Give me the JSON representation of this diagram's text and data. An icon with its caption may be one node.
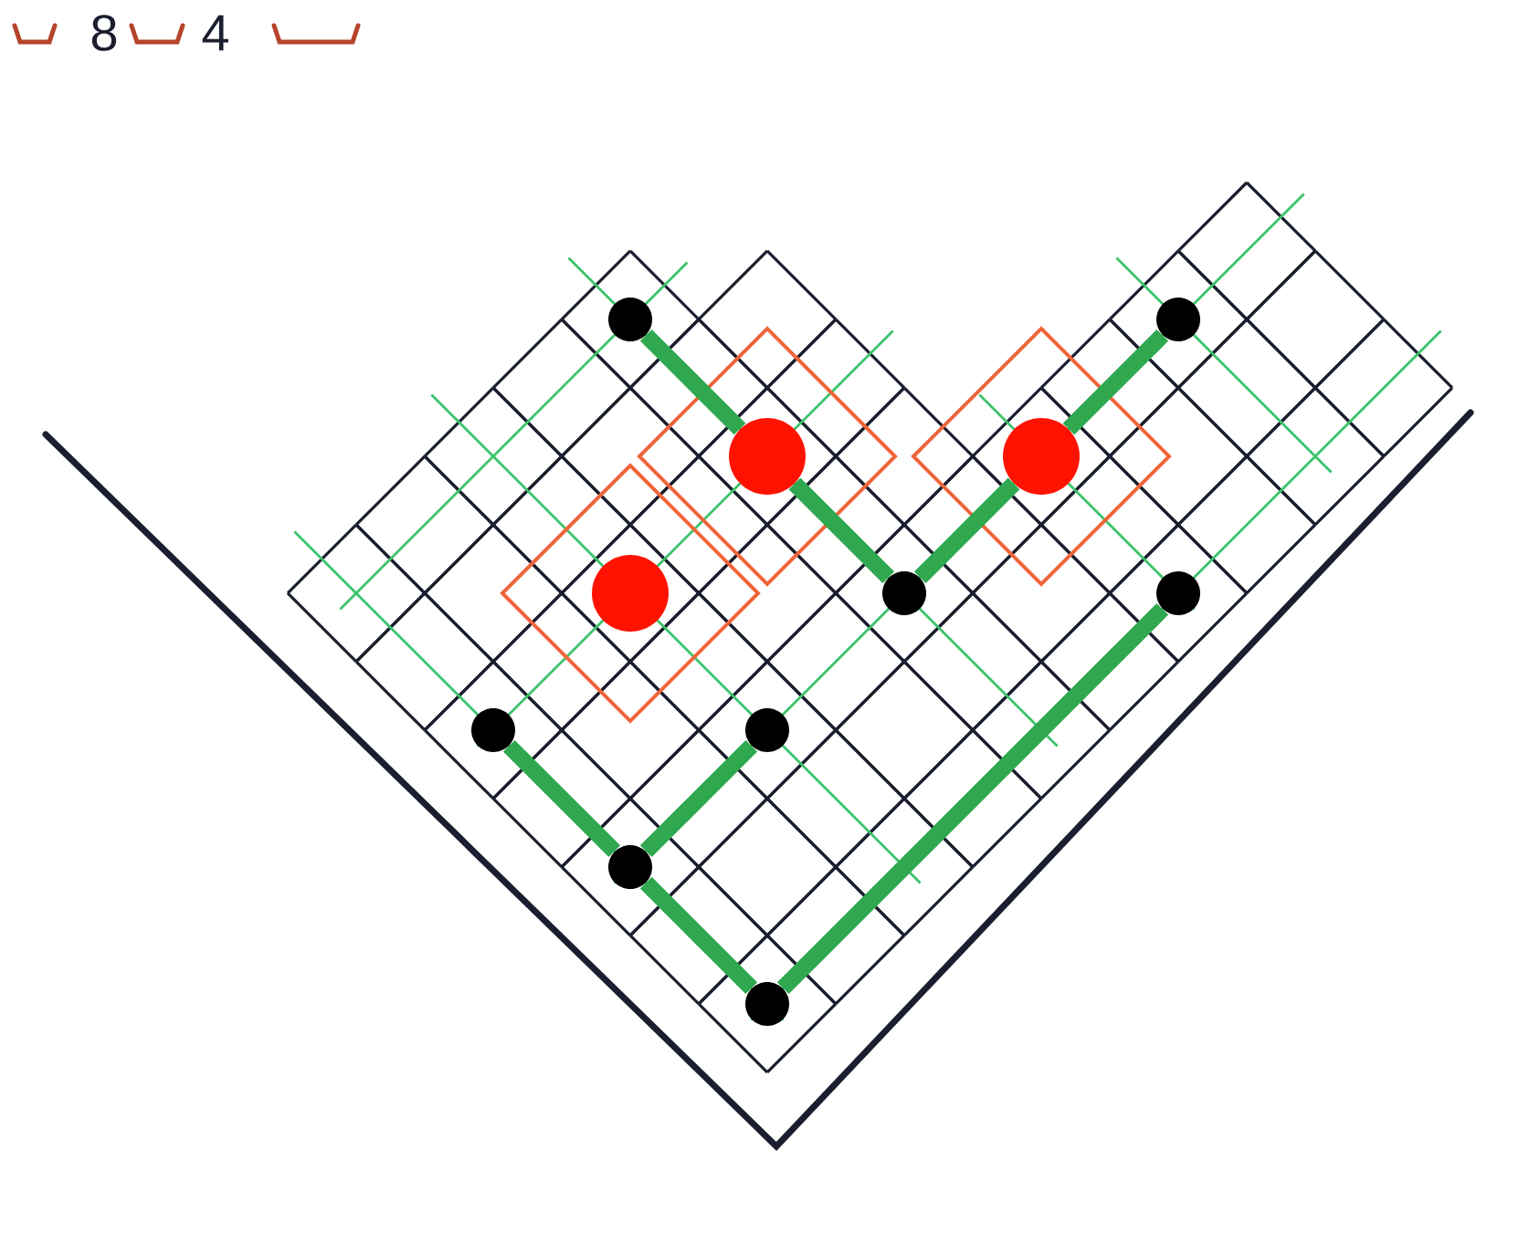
{
  "diagram": {
    "nodes": [
      {
        "text": [],
        "shape": "circle"
      },
      {
        "text": [],
        "shape": "circle"
      },
      {
        "text": [],
        "shape": "circle"
      },
      {
        "text": [],
        "shape": "circle"
      },
      {
        "text": [],
        "shape": "circle"
      },
      {
        "text": [],
        "shape": "circle"
      },
      {
        "text": [],
        "shape": "circle"
      },
      {
        "text": [],
        "shape": "circle"
      },
      {
        "text": [],
        "shape": "circle"
      },
      {
        "text": [],
        "shape": "circle"
      },
      {
        "text": [],
        "shape": "circle"
      }
    ],
    "edges": [
      {
        "from": 0,
        "to": 2,
        "arrow": "none"
      },
      {
        "from": 2,
        "to": 5,
        "arrow": "none"
      },
      {
        "from": 5,
        "to": 3,
        "arrow": "none"
      },
      {
        "from": 3,
        "to": 1,
        "arrow": "none"
      },
      {
        "from": 6,
        "to": 10,
        "arrow": "none"
      },
      {
        "from": 8,
        "to": 9,
        "arrow": "none"
      },
      {
        "from": 7,
        "to": 9,
        "arrow": "none"
      },
      {
        "from": 9,
        "to": 10,
        "arrow": "none"
      }
    ],
    "labels": [
      "8",
      "4"
    ]
  }
}
